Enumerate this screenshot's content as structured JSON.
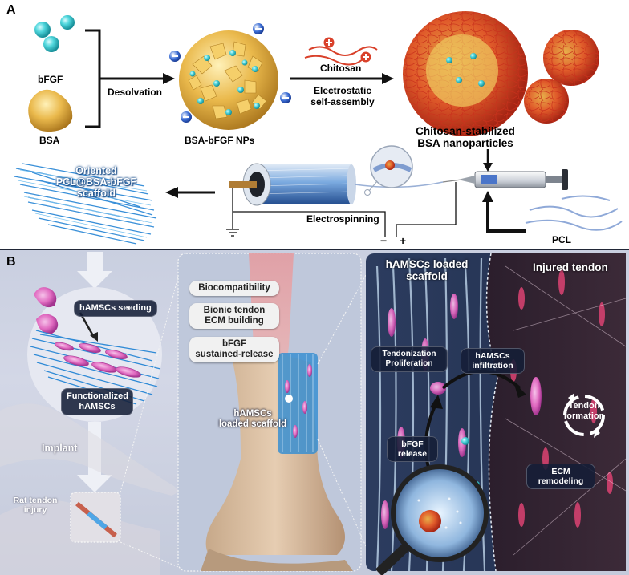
{
  "panel_a": {
    "label": "A",
    "bfgf_label": "bFGF",
    "bsa_label": "BSA",
    "desolvation_label": "Desolvation",
    "np_label": "BSA-bFGF NPs",
    "chitosan_label": "Chitosan",
    "electrostatic_label_1": "Electrostatic",
    "electrostatic_label_2": "self-assembly",
    "stabilized_label_1": "Chitosan-stabilized",
    "stabilized_label_2": "BSA nanoparticles",
    "scaffold_label_1": "Oriented",
    "scaffold_label_2": "PCL@BSA-bFGF",
    "scaffold_label_3": "scaffold",
    "electrospinning_label": "Electrospinning",
    "pcl_label": "PCL",
    "minus_sign": "−",
    "plus_sign": "+"
  },
  "panel_b": {
    "label": "B",
    "seeding_label": "hAMSCs seeding",
    "functionalized_label_1": "Functionalized",
    "functionalized_label_2": "hAMSCs",
    "implant_label": "Implant",
    "rat_label_1": "Rat tendon",
    "rat_label_2": "injury",
    "pills": {
      "biocompatibility": "Biocompatibility",
      "bionic_1": "Bionic tendon",
      "bionic_2": "ECM building",
      "bfgf_1": "bFGF",
      "bfgf_2": "sustained-release"
    },
    "loaded_scaffold_1": "hAMSCs",
    "loaded_scaffold_2": "loaded scaffold",
    "loaded_title_1": "hAMSCs loaded",
    "loaded_title_2": "scaffold",
    "injured_title": "Injured tendon",
    "tendonization_1": "Tendonization",
    "tendonization_2": "Proliferation",
    "infiltration_1": "hAMSCs",
    "infiltration_2": "infiltration",
    "bfgf_release_1": "bFGF",
    "bfgf_release_2": "release",
    "tendon_formation_1": "Tendon",
    "tendon_formation_2": "formation",
    "ecm_1": "ECM",
    "ecm_2": "remodeling"
  },
  "colors": {
    "bsa_gold": "#e8b84a",
    "bfgf_cyan": "#4fd6dc",
    "chitosan_red": "#d9412b",
    "fiber_blue": "#3a8fd1",
    "cell_pink": "#e06ac0",
    "panel_b_bg": "#cdd2e2"
  }
}
